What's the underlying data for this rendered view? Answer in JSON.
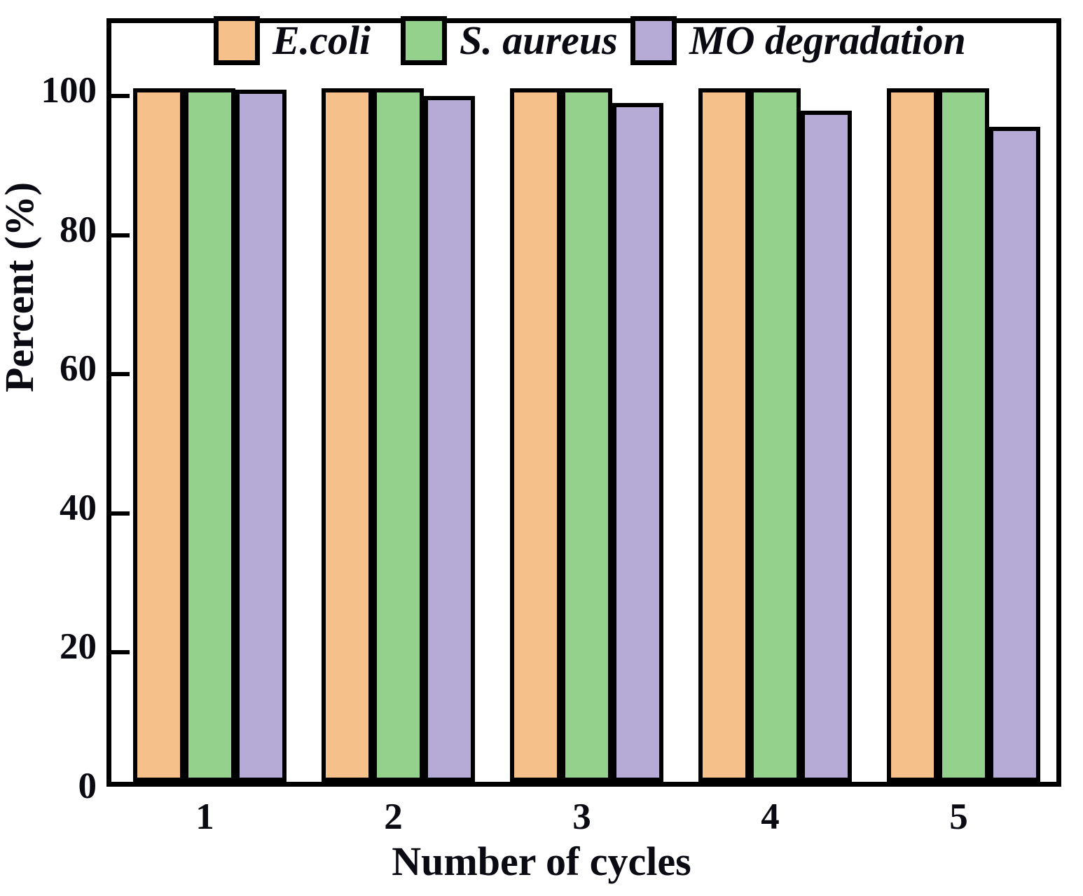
{
  "chart_data": {
    "type": "bar",
    "title": "",
    "xlabel": "Number of cycles",
    "ylabel": "Percent (%)",
    "categories": [
      "1",
      "2",
      "3",
      "4",
      "5"
    ],
    "ylim": [
      0,
      108
    ],
    "yticks": [
      0,
      20,
      40,
      60,
      80,
      100
    ],
    "ytick_labels": [
      "0",
      "20",
      "40",
      "60",
      "80",
      "100"
    ],
    "grid": false,
    "legend_position": "top",
    "series": [
      {
        "name": "E.coli",
        "color": "#F5C08A",
        "edge_color": "#000000",
        "values": [
          100,
          100,
          100,
          100,
          100
        ]
      },
      {
        "name": "S. aureus",
        "color": "#94D18C",
        "edge_color": "#000000",
        "values": [
          100,
          100,
          100,
          100,
          100
        ]
      },
      {
        "name": "MO degradation",
        "color": "#B6ABD6",
        "edge_color": "#000000",
        "values": [
          99.8,
          98.9,
          97.9,
          96.8,
          94.5
        ]
      }
    ]
  },
  "axes": {
    "y_title": "Percent (%)",
    "x_title": "Number of cycles",
    "y_tick_labels": [
      "100",
      "80",
      "60",
      "40",
      "20",
      "0"
    ],
    "x_tick_labels": [
      "1",
      "2",
      "3",
      "4",
      "5"
    ]
  },
  "legend": {
    "items": [
      {
        "label": "E.coli",
        "color": "#F5C08A"
      },
      {
        "label": "S. aureus",
        "color": "#94D18C"
      },
      {
        "label": "MO degradation",
        "color": "#B6ABD6"
      }
    ]
  },
  "style": {
    "frame_color": "#000000",
    "background": "#ffffff",
    "text_color": "#0a0a12"
  }
}
